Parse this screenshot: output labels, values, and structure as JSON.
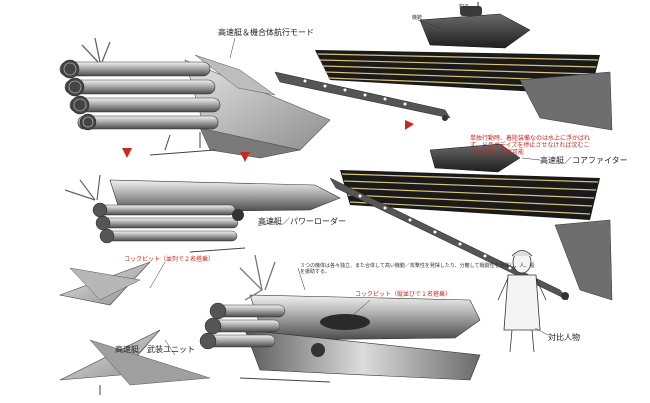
{
  "labels": {
    "merge_mode": "高速艇＆機合体航行モード",
    "core_fighter": "高速艇／コアファイター",
    "power_loader": "高速艇／パワーローダー",
    "weapon_unit": "高速艇／武装ユニット",
    "pilot": "対比人物",
    "cannon": "機銃",
    "engine": "鈎爪"
  },
  "notes": {
    "cockpit_2seat": "コックピット（並列で２名搭乗）",
    "cockpit_1seat": "コックピット（縦並びで１名搭乗）",
    "three_crafts": "３つの機体は各々独立、また合体して高い機動／攻撃性を発揮したり、分離して戦闘性を発揮し、人、船を援助する。",
    "float_note": "単独行動時、着陸装備なのは水上に浮かばれず、ドラグデイズを停止させなければ沈むことも特徴。操縦可能"
  },
  "colors": {
    "metal_light": "#d8d8d8",
    "metal_mid": "#9a9a9a",
    "metal_dark": "#2f2f2f",
    "accent_red": "#c8281e",
    "rail_gold": "#d9c27a"
  }
}
